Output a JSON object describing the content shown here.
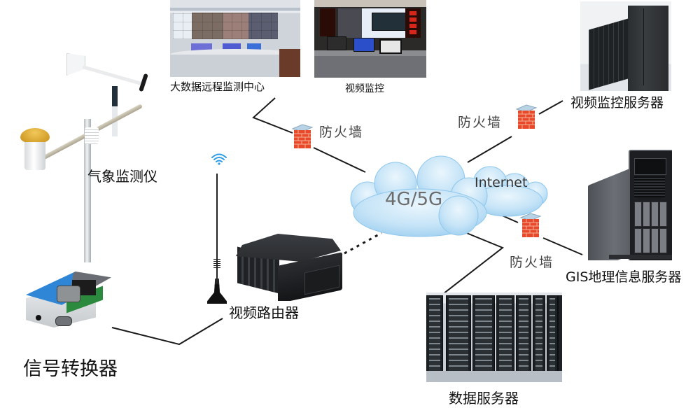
{
  "diagram": {
    "type": "network-topology",
    "nodes": {
      "control_center": {
        "label": "大数据远程监测中心",
        "icon": "control-center-photo"
      },
      "video_monitoring": {
        "label": "视频监控",
        "icon": "video-wall-photo"
      },
      "video_server": {
        "label": "视频监控服务器",
        "icon": "server-rack-row-photo"
      },
      "gis_server": {
        "label": "GIS地理信息服务器",
        "icon": "tower-server-photo"
      },
      "data_server": {
        "label": "数据服务器",
        "icon": "datacenter-racks-photo"
      },
      "weather_station": {
        "label": "气象监测仪",
        "icon": "weather-station-photo"
      },
      "video_router": {
        "label": "视频路由器",
        "icon": "vehicle-router-photo"
      },
      "signal_converter": {
        "label": "信号转换器",
        "icon": "serial-converter-photo"
      },
      "network": {
        "label_primary": "4G/5G",
        "label_secondary": "Internet",
        "icon": "cloud-icon"
      }
    },
    "firewalls": [
      {
        "id": "fw_control",
        "label": "防火墙",
        "icon": "firewall-brick-icon"
      },
      {
        "id": "fw_video",
        "label": "防火墙",
        "icon": "firewall-brick-icon"
      },
      {
        "id": "fw_gis",
        "label": "防火墙",
        "icon": "firewall-brick-icon"
      }
    ],
    "links": [
      {
        "from": "control_center",
        "via": "fw_control",
        "to": "network",
        "style": "solid"
      },
      {
        "from": "video_server",
        "via": "fw_video",
        "to": "network",
        "style": "solid"
      },
      {
        "from": "gis_server",
        "via": "fw_gis",
        "to": "network",
        "style": "solid"
      },
      {
        "from": "data_server",
        "to": "network",
        "style": "solid"
      },
      {
        "from": "video_router",
        "to": "network",
        "style": "dashed"
      },
      {
        "from": "signal_converter",
        "to": "video_router",
        "style": "solid"
      }
    ],
    "colors": {
      "line": "#1a1a1a",
      "cloud_fill": "#bfe0f5",
      "cloud_edge": "#8fc7ec",
      "cloud_text": "#6b6b6b",
      "firewall_brick": "#e8492b",
      "firewall_cap": "#b9d3e6",
      "wifi_icon": "#2a9be6"
    }
  }
}
